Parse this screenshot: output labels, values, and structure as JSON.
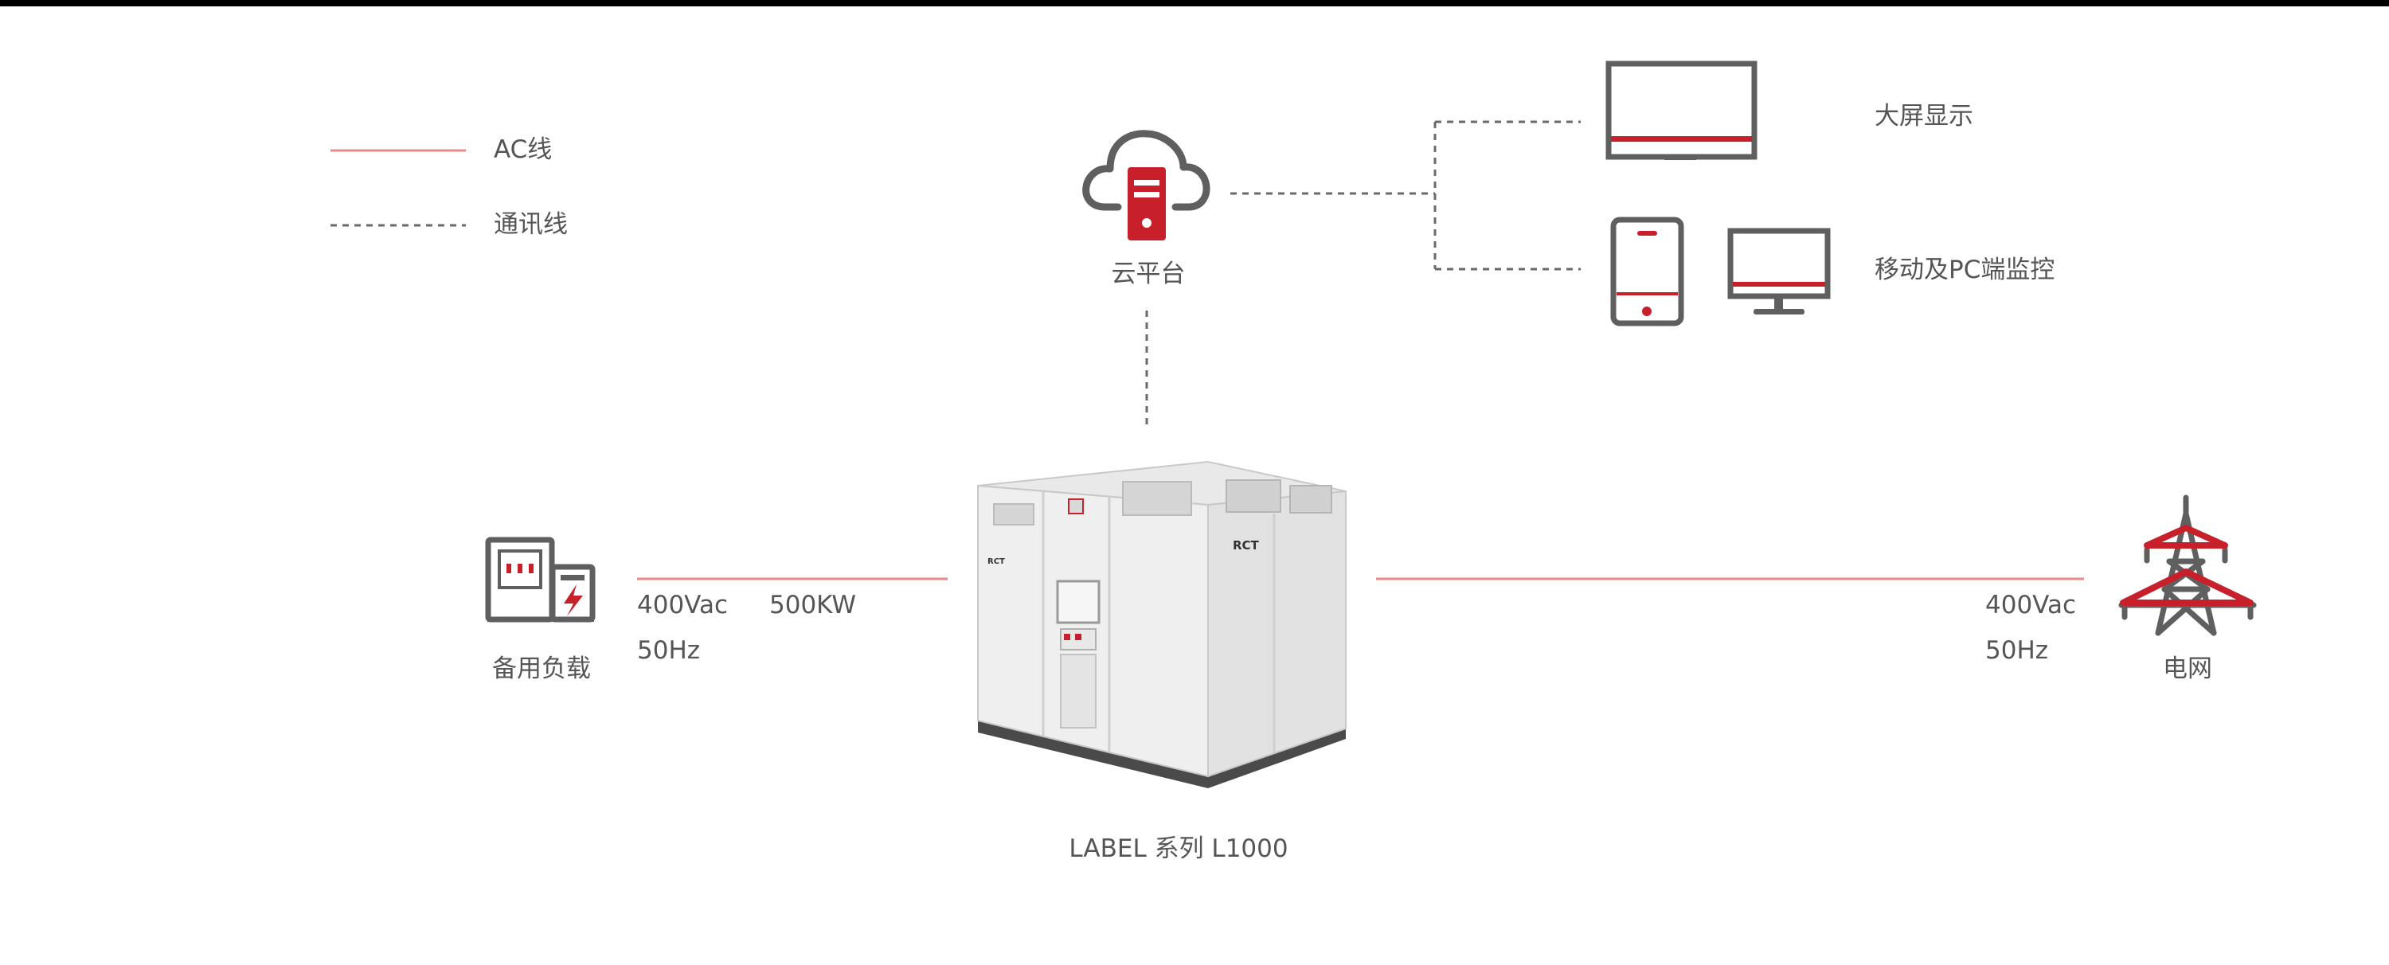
{
  "legend": {
    "ac_line": "AC线",
    "comm_line": "通讯线"
  },
  "nodes": {
    "cloud": "云平台",
    "big_screen": "大屏显示",
    "mobile_pc": "移动及PC端监控",
    "backup_load": "备用负载",
    "grid": "电网",
    "product": "LABEL 系列 L1000",
    "cabinet_logo": "RCT"
  },
  "left_link": {
    "voltage": "400Vac",
    "power": "500KW",
    "frequency": "50Hz"
  },
  "right_link": {
    "voltage": "400Vac",
    "frequency": "50Hz"
  },
  "colors": {
    "accent_red": "#c8202b",
    "ac_line": "#e88a8a",
    "icon_gray": "#5f5f5f",
    "text_gray": "#555555",
    "comm_line": "#6a6a6a"
  }
}
